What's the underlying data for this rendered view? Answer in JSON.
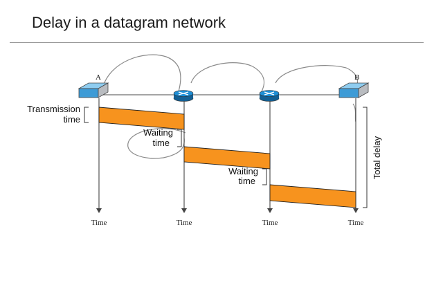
{
  "slide": {
    "title": "Delay in a datagram network"
  },
  "nodes": {
    "a": "A",
    "b": "B"
  },
  "labels": {
    "transmission_line1": "Transmission",
    "transmission_line2": "time",
    "waiting1_line1": "Waiting",
    "waiting1_line2": "time",
    "waiting2_line1": "Waiting",
    "waiting2_line2": "time",
    "total_delay": "Total delay",
    "time": "Time"
  },
  "colors": {
    "packet": "#f7931e",
    "host_box": "#3d9bd6",
    "router": "#1e7fc0",
    "ink": "#6e6e6e"
  },
  "icons": [
    "host-a-icon",
    "router-1-icon",
    "router-2-icon",
    "host-b-icon"
  ]
}
